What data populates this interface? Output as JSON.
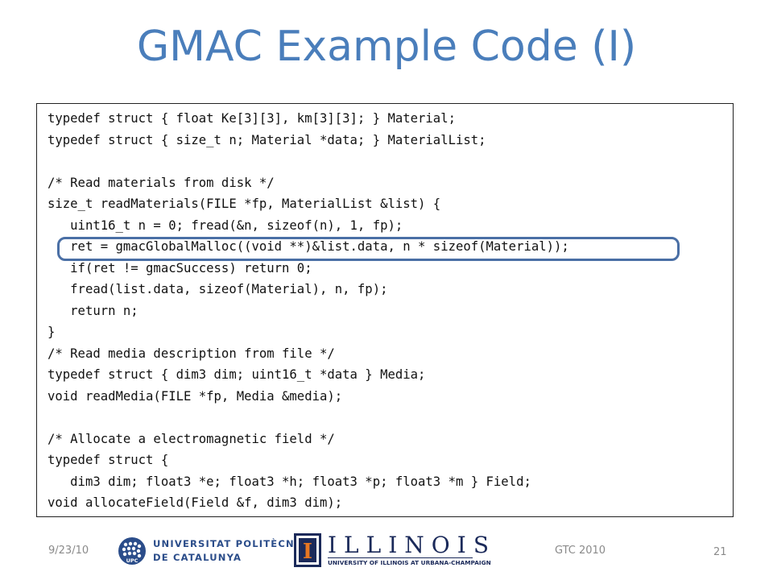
{
  "slide": {
    "title": "GMAC Example Code (I)",
    "code_lines": [
      "typedef struct { float Ke[3][3], km[3][3]; } Material;",
      "typedef struct { size_t n; Material *data; } MaterialList;",
      "",
      "/* Read materials from disk */",
      "size_t readMaterials(FILE *fp, MaterialList &list) {",
      "   uint16_t n = 0; fread(&n, sizeof(n), 1, fp);",
      "   ret = gmacGlobalMalloc((void **)&list.data, n * sizeof(Material));",
      "   if(ret != gmacSuccess) return 0;",
      "   fread(list.data, sizeof(Material), n, fp);",
      "   return n;",
      "}",
      "/* Read media description from file */",
      "typedef struct { dim3 dim; uint16_t *data } Media;",
      "void readMedia(FILE *fp, Media &media);",
      "",
      "/* Allocate a electromagnetic field */",
      "typedef struct {",
      "   dim3 dim; float3 *e; float3 *h; float3 *p; float3 *m } Field;",
      "void allocateField(Field &f, dim3 dim);"
    ],
    "highlighted_line_index": 6
  },
  "footer": {
    "date": "9/23/10",
    "conference": "GTC 2010",
    "page_number": "21",
    "upc_logo": {
      "line1": "UNIVERSITAT POLITÈCNICA",
      "line2": "DE CATALUNYA",
      "badge": "UPC"
    },
    "illinois_logo": {
      "word": "ILLINOIS",
      "subtitle": "UNIVERSITY OF ILLINOIS AT URBANA-CHAMPAIGN",
      "mark": "I"
    }
  },
  "colors": {
    "title": "#4a7ebb",
    "highlight_border": "#4a6fa5",
    "upc_blue": "#2b4d8a",
    "illinois_navy": "#1b2a5a"
  }
}
